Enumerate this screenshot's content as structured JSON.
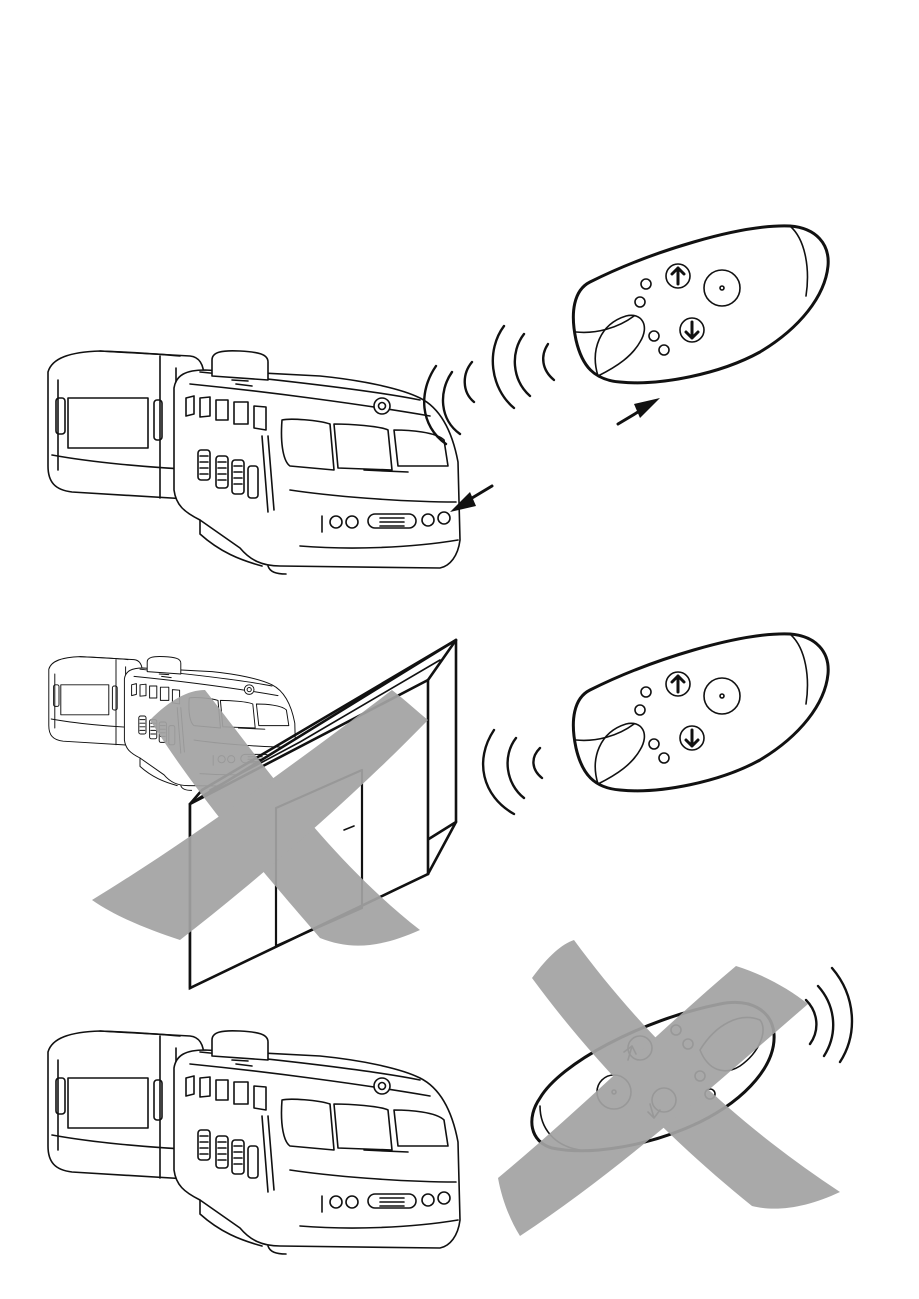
{
  "colors": {
    "line": "#111111",
    "background": "#ffffff",
    "cross": "#a3a3a3"
  },
  "icons": {
    "train": "locomotive-icon",
    "remote": "remote-control-icon",
    "signal": "signal-waves-icon",
    "pointer": "arrow-icon",
    "prohibited": "cross-mark-icon",
    "obstacle": "wall-icon"
  },
  "scenes": [
    {
      "id": "correct-use",
      "blocked": false
    },
    {
      "id": "obstacle-in-path",
      "blocked": true
    },
    {
      "id": "remote-facing-away",
      "blocked": true
    }
  ]
}
